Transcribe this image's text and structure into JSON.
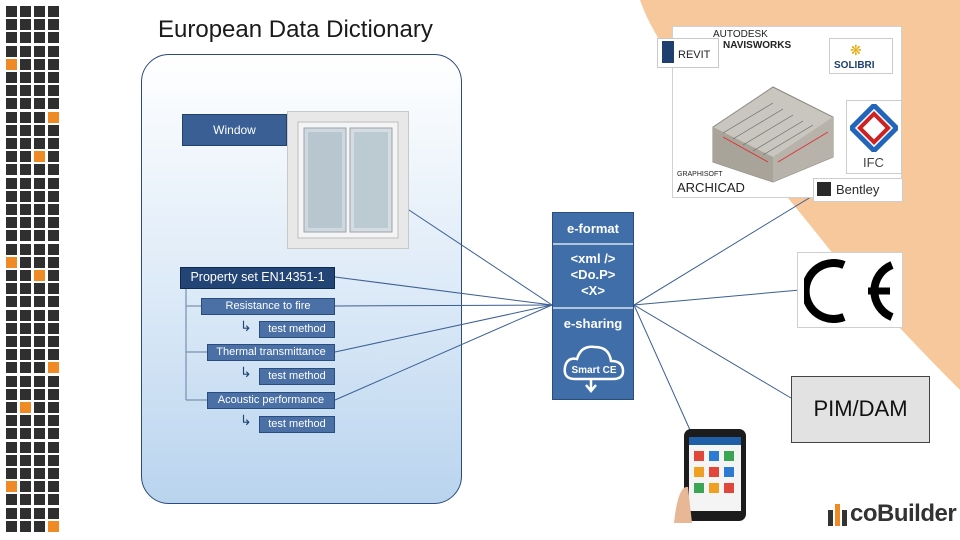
{
  "title": "European Data Dictionary",
  "window_label": "Window",
  "property_set": "Property set EN14351-1",
  "properties": [
    {
      "label": "Resistance to fire",
      "method": "test method"
    },
    {
      "label": "Thermal transmittance",
      "method": "test method"
    },
    {
      "label": "Acoustic performance",
      "method": "test method"
    }
  ],
  "middle_column": {
    "e_format": "e-format",
    "formats": [
      "<xml />",
      "<Do.P>",
      "<X>"
    ],
    "e_sharing": "e-sharing",
    "smart_ce": "Smart CE"
  },
  "bim_logos": {
    "autodesk": "AUTODESK",
    "navisworks": "NAVISWORKS",
    "revit": "REVIT",
    "solibri": "SOLIBRI",
    "ifc": "IFC",
    "graphisoft": "GRAPHISOFT",
    "archicad": "ARCHICAD",
    "bentley": "Bentley"
  },
  "pim_dam": "PIM/DAM",
  "brand": "coBuilder",
  "colors": {
    "accent_orange": "#f08a24",
    "navy": "#234576",
    "blue": "#3f6ea8"
  }
}
